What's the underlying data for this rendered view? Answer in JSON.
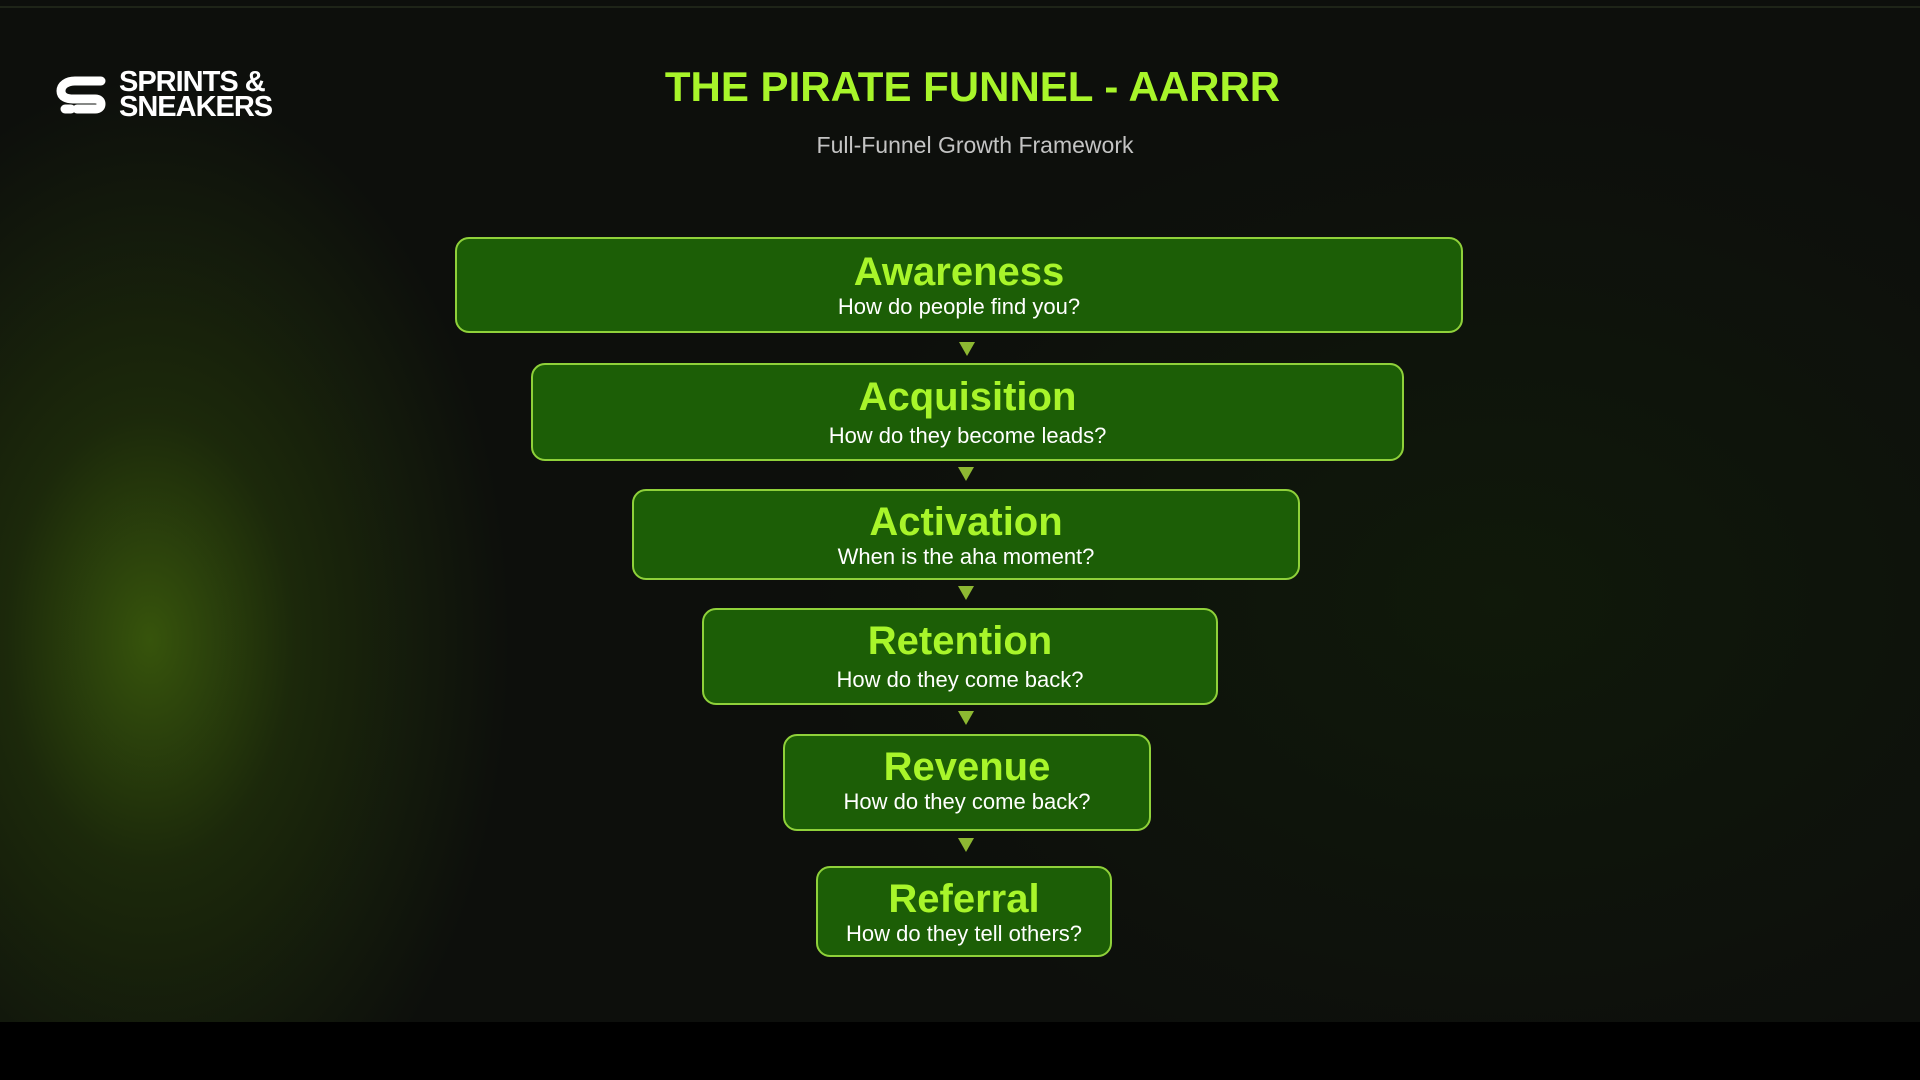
{
  "brand": {
    "line1": "SPRINTS &",
    "line2": "SNEAKERS",
    "icon": "sprints-sneakers-logo-mark"
  },
  "title": "THE PIRATE FUNNEL - AARRR",
  "subtitle": "Full-Funnel Growth Framework",
  "colors": {
    "accent": "#a8f52a",
    "stage_fill": "#1c5e06",
    "stage_border": "#8fd13a",
    "arrow": "#8db832"
  },
  "stages": [
    {
      "title": "Awareness",
      "question": "How do people find you?"
    },
    {
      "title": "Acquisition",
      "question": "How do they become leads?"
    },
    {
      "title": "Activation",
      "question": "When is the aha moment?"
    },
    {
      "title": "Retention",
      "question": "How do they come back?"
    },
    {
      "title": "Revenue",
      "question": "How do they come back?"
    },
    {
      "title": "Referral",
      "question": "How do they tell others?"
    }
  ]
}
